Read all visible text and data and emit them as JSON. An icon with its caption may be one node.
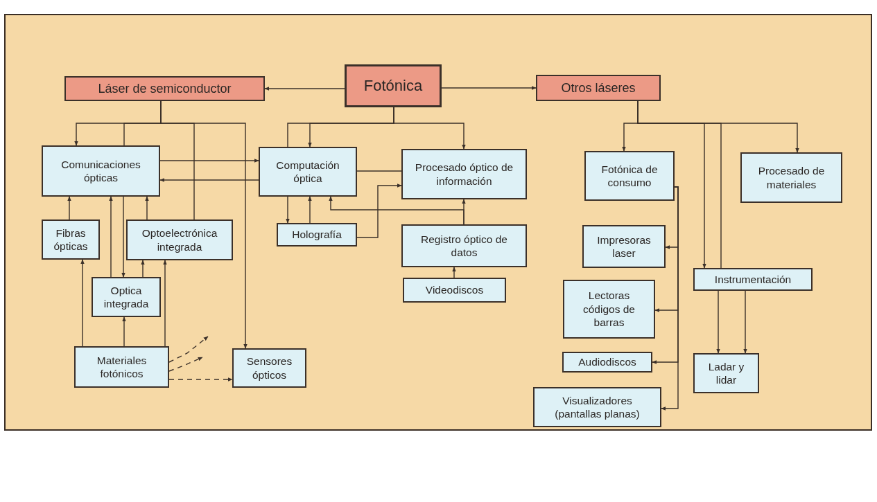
{
  "diagram": {
    "nodes": [
      {
        "text": [
          "Fotónica"
        ]
      },
      {
        "text": [
          "Láser de semiconductor"
        ]
      },
      {
        "text": [
          "Otros láseres"
        ]
      },
      {
        "text": [
          "Comunicaciones ópticas"
        ]
      },
      {
        "text": [
          "Computación óptica"
        ]
      },
      {
        "text": [
          "Procesado óptico de información"
        ]
      },
      {
        "text": [
          "Fotónica de consumo"
        ]
      },
      {
        "text": [
          "Procesado de materiales"
        ]
      },
      {
        "text": [
          "Fibras ópticas"
        ]
      },
      {
        "text": [
          "Optoelectrónica integrada"
        ]
      },
      {
        "text": [
          "Holografía"
        ]
      },
      {
        "text": [
          "Registro óptico de datos"
        ]
      },
      {
        "text": [
          "Impresoras laser"
        ]
      },
      {
        "text": [
          "Optica integrada"
        ]
      },
      {
        "text": [
          "Videodiscos"
        ]
      },
      {
        "text": [
          "Instrumentación"
        ]
      },
      {
        "text": [
          "Lectoras códigos de barras"
        ]
      },
      {
        "text": [
          "Materiales fotónicos"
        ]
      },
      {
        "text": [
          "Sensores ópticos"
        ]
      },
      {
        "text": [
          "Audiodiscos"
        ]
      },
      {
        "text": [
          "Ladar y lidar"
        ]
      },
      {
        "text": [
          "Visualizadores (pantallas planas)"
        ]
      }
    ],
    "edges": [
      {
        "from": 0,
        "to": 1,
        "arrow": "to"
      },
      {
        "from": 0,
        "to": 2,
        "arrow": "to"
      },
      {
        "from": 1,
        "to": 3,
        "arrow": "to"
      },
      {
        "from": 1,
        "to": 3,
        "arrow": "none"
      },
      {
        "from": 1,
        "to": 9,
        "arrow": "none"
      },
      {
        "from": 1,
        "to": 18,
        "arrow": "to"
      },
      {
        "from": 0,
        "to": 4,
        "arrow": "none"
      },
      {
        "from": 0,
        "to": 4,
        "arrow": "to"
      },
      {
        "from": 0,
        "to": 5,
        "arrow": "to"
      },
      {
        "from": 2,
        "to": 6,
        "arrow": "to"
      },
      {
        "from": 2,
        "to": 15,
        "arrow": "to"
      },
      {
        "from": 2,
        "to": 15,
        "arrow": "none"
      },
      {
        "from": 2,
        "to": 7,
        "arrow": "to"
      },
      {
        "from": 3,
        "to": 4,
        "arrow": "to"
      },
      {
        "from": 4,
        "to": 3,
        "arrow": "to"
      },
      {
        "from": 4,
        "to": 5,
        "arrow": "none"
      },
      {
        "from": 4,
        "to": 10,
        "arrow": "to"
      },
      {
        "from": 10,
        "to": 4,
        "arrow": "to"
      },
      {
        "from": 10,
        "to": 5,
        "arrow": "to"
      },
      {
        "from": 11,
        "to": 5,
        "arrow": "to"
      },
      {
        "from": 11,
        "to": 4,
        "arrow": "to"
      },
      {
        "from": 14,
        "to": 11,
        "arrow": "to"
      },
      {
        "from": 8,
        "to": 3,
        "arrow": "to"
      },
      {
        "from": 13,
        "to": 3,
        "arrow": "to"
      },
      {
        "from": 3,
        "to": 13,
        "arrow": "to"
      },
      {
        "from": 13,
        "to": 9,
        "arrow": "to"
      },
      {
        "from": 9,
        "to": 3,
        "arrow": "to"
      },
      {
        "from": 17,
        "to": 8,
        "arrow": "to"
      },
      {
        "from": 17,
        "to": 13,
        "arrow": "to"
      },
      {
        "from": 17,
        "to": 9,
        "arrow": "to"
      },
      {
        "from": 17,
        "to": 18,
        "arrow": "to",
        "style": "dashed"
      },
      {
        "from": 17,
        "to": null,
        "arrow": "to",
        "style": "dashed"
      },
      {
        "from": 17,
        "to": null,
        "arrow": "to",
        "style": "dashed"
      },
      {
        "from": 6,
        "to": 12,
        "arrow": "to"
      },
      {
        "from": 6,
        "to": 16,
        "arrow": "to"
      },
      {
        "from": 6,
        "to": 19,
        "arrow": "to"
      },
      {
        "from": 6,
        "to": 21,
        "arrow": "to"
      },
      {
        "from": 15,
        "to": 20,
        "arrow": "to"
      },
      {
        "from": 15,
        "to": 20,
        "arrow": "to"
      }
    ]
  }
}
